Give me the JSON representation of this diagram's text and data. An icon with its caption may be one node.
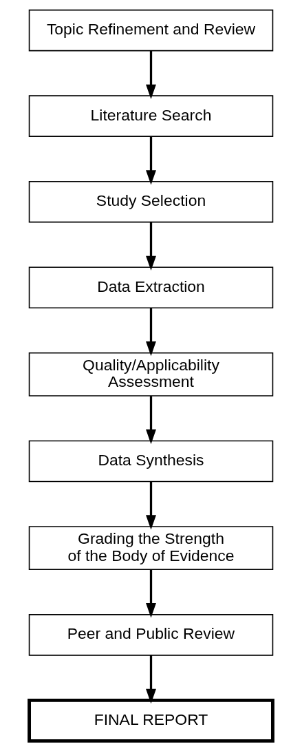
{
  "diagram": {
    "nodes": [
      {
        "text": [
          "Topic Refinement and Review"
        ]
      },
      {
        "text": [
          "Literature Search"
        ]
      },
      {
        "text": [
          "Study Selection"
        ]
      },
      {
        "text": [
          "Data Extraction"
        ]
      },
      {
        "text": [
          "Quality/Applicability Assessment"
        ]
      },
      {
        "text": [
          "Data Synthesis"
        ]
      },
      {
        "text": [
          "Grading the Strength of the Body of Evidence"
        ]
      },
      {
        "text": [
          "Peer and Public Review"
        ]
      },
      {
        "text": [
          "FINAL REPORT"
        ]
      }
    ],
    "edges": [
      {
        "from": 0,
        "to": 1,
        "arrow": "to"
      },
      {
        "from": 1,
        "to": 2,
        "arrow": "to"
      },
      {
        "from": 2,
        "to": 3,
        "arrow": "to"
      },
      {
        "from": 3,
        "to": 4,
        "arrow": "to"
      },
      {
        "from": 4,
        "to": 5,
        "arrow": "to"
      },
      {
        "from": 5,
        "to": 6,
        "arrow": "to"
      },
      {
        "from": 6,
        "to": 7,
        "arrow": "to"
      },
      {
        "from": 7,
        "to": 8,
        "arrow": "to"
      }
    ]
  }
}
